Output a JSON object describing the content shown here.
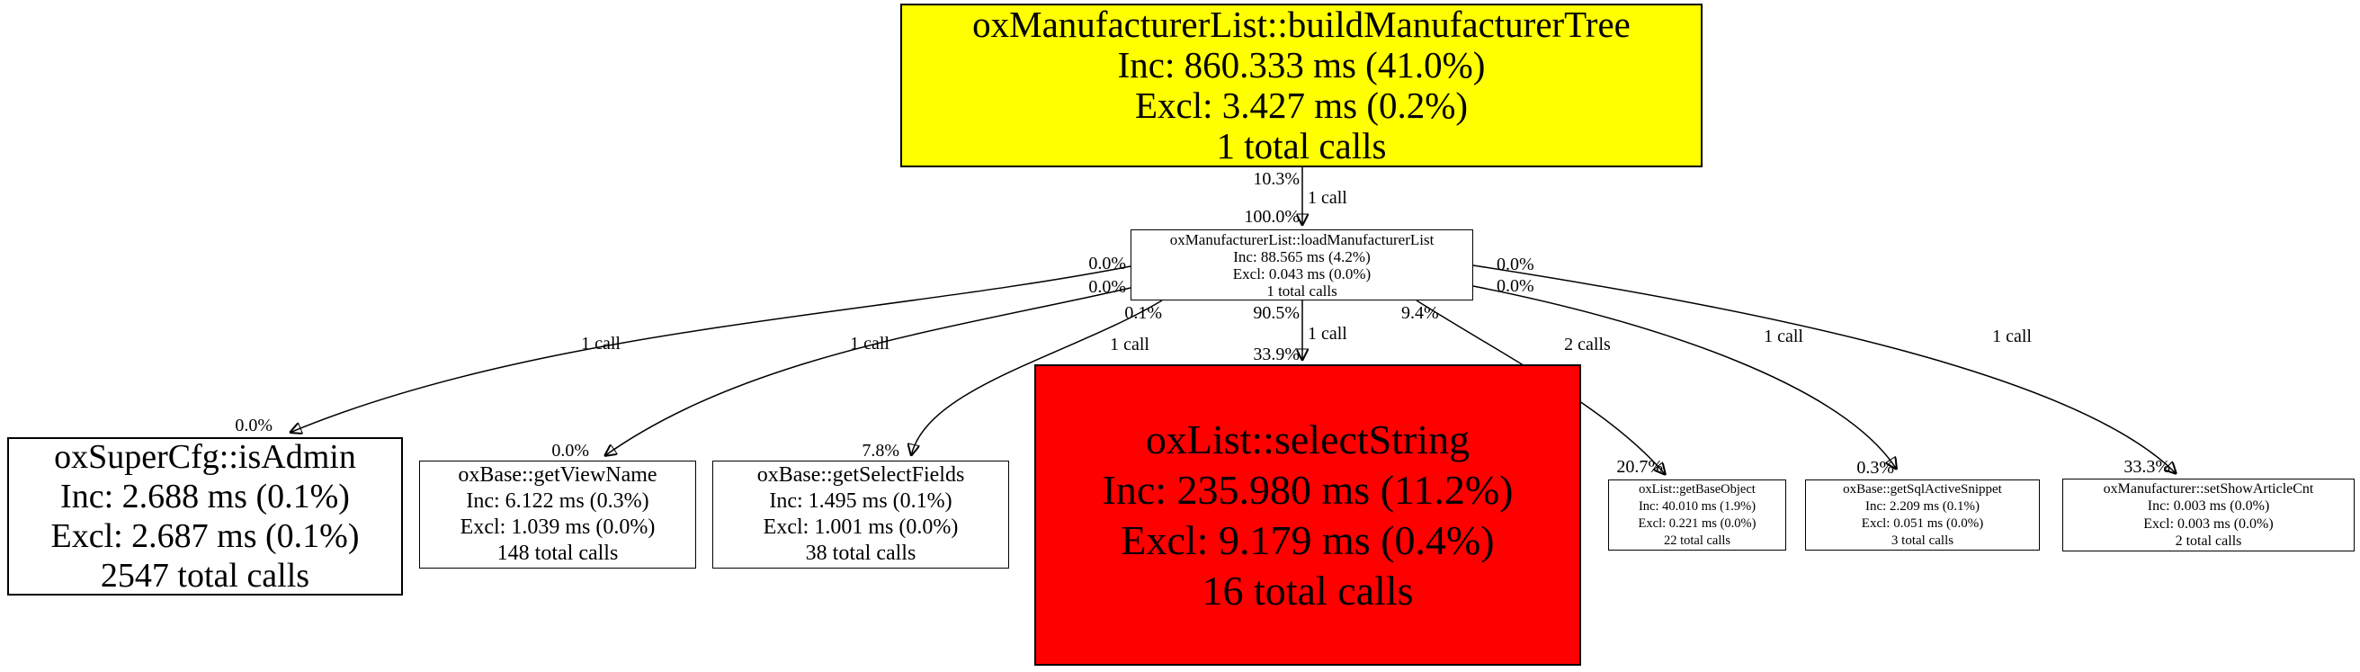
{
  "diagram": {
    "kind": "profiler-call-graph",
    "colors": {
      "hot_node": "#ff0000",
      "warm_node": "#ffff00",
      "normal_node": "#ffffff",
      "line": "#000000",
      "background": "#ffffff"
    }
  },
  "nodes": [
    {
      "id": "buildManufacturerTree",
      "name": "oxManufacturerList::buildManufacturerTree",
      "inc": "Inc: 860.333 ms (41.0%)",
      "excl": "Excl: 3.427 ms (0.2%)",
      "calls": "1 total calls",
      "fill": "#ffff00"
    },
    {
      "id": "loadManufacturerList",
      "name": "oxManufacturerList::loadManufacturerList",
      "inc": "Inc: 88.565 ms (4.2%)",
      "excl": "Excl: 0.043 ms (0.0%)",
      "calls": "1 total calls",
      "fill": "#ffffff"
    },
    {
      "id": "isAdmin",
      "name": "oxSuperCfg::isAdmin",
      "inc": "Inc: 2.688 ms (0.1%)",
      "excl": "Excl: 2.687 ms (0.1%)",
      "calls": "2547 total calls",
      "fill": "#ffffff"
    },
    {
      "id": "getViewName",
      "name": "oxBase::getViewName",
      "inc": "Inc: 6.122 ms (0.3%)",
      "excl": "Excl: 1.039 ms (0.0%)",
      "calls": "148 total calls",
      "fill": "#ffffff"
    },
    {
      "id": "getSelectFields",
      "name": "oxBase::getSelectFields",
      "inc": "Inc: 1.495 ms (0.1%)",
      "excl": "Excl: 1.001 ms (0.0%)",
      "calls": "38 total calls",
      "fill": "#ffffff"
    },
    {
      "id": "selectString",
      "name": "oxList::selectString",
      "inc": "Inc: 235.980 ms (11.2%)",
      "excl": "Excl: 9.179 ms (0.4%)",
      "calls": "16 total calls",
      "fill": "#ff0000"
    },
    {
      "id": "getBaseObject",
      "name": "oxList::getBaseObject",
      "inc": "Inc: 40.010 ms (1.9%)",
      "excl": "Excl: 0.221 ms (0.0%)",
      "calls": "22 total calls",
      "fill": "#ffffff"
    },
    {
      "id": "getSqlActiveSnippet",
      "name": "oxBase::getSqlActiveSnippet",
      "inc": "Inc: 2.209 ms (0.1%)",
      "excl": "Excl: 0.051 ms (0.0%)",
      "calls": "3 total calls",
      "fill": "#ffffff"
    },
    {
      "id": "setShowArticleCnt",
      "name": "oxManufacturer::setShowArticleCnt",
      "inc": "Inc: 0.003 ms (0.0%)",
      "excl": "Excl: 0.003 ms (0.0%)",
      "calls": "2 total calls",
      "fill": "#ffffff"
    }
  ],
  "edges": [
    {
      "from": "buildManufacturerTree",
      "to": "loadManufacturerList",
      "tail_pct": "10.3%",
      "calls": "1 call",
      "head_pct": "100.0%"
    },
    {
      "from": "loadManufacturerList",
      "to": "isAdmin",
      "tail_pct": "0.0%",
      "calls": "1 call",
      "head_pct": "0.0%"
    },
    {
      "from": "loadManufacturerList",
      "to": "getViewName",
      "tail_pct": "0.0%",
      "calls": "1 call",
      "head_pct": "0.0%"
    },
    {
      "from": "loadManufacturerList",
      "to": "getSelectFields",
      "tail_pct": "0.1%",
      "calls": "1 call",
      "head_pct": "7.8%"
    },
    {
      "from": "loadManufacturerList",
      "to": "selectString",
      "tail_pct": "90.5%",
      "calls": "1 call",
      "head_pct": "33.9%"
    },
    {
      "from": "loadManufacturerList",
      "to": "getBaseObject",
      "tail_pct": "9.4%",
      "calls": "2 calls",
      "head_pct": "20.7%"
    },
    {
      "from": "loadManufacturerList",
      "to": "getSqlActiveSnippet",
      "tail_pct": "0.0%",
      "calls": "1 call",
      "head_pct": "0.3%"
    },
    {
      "from": "loadManufacturerList",
      "to": "setShowArticleCnt",
      "tail_pct": "0.0%",
      "calls": "1 call",
      "head_pct": "33.3%"
    }
  ]
}
